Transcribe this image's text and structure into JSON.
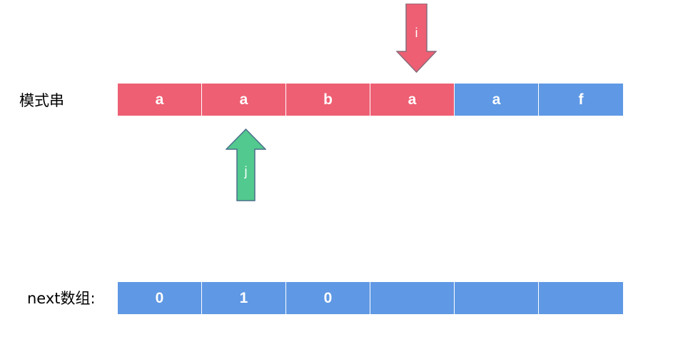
{
  "pattern_row": {
    "label": "模式串",
    "cells": [
      {
        "text": "a",
        "color": "#ee5f73"
      },
      {
        "text": "a",
        "color": "#ee5f73"
      },
      {
        "text": "b",
        "color": "#ee5f73"
      },
      {
        "text": "a",
        "color": "#ee5f73"
      },
      {
        "text": "a",
        "color": "#5f98e4"
      },
      {
        "text": "f",
        "color": "#5f98e4"
      }
    ]
  },
  "next_row": {
    "label": "next数组:",
    "cells": [
      "0",
      "1",
      "0",
      "",
      "",
      ""
    ]
  },
  "pointers": {
    "i": {
      "label": "i",
      "color": "#ee5f73",
      "direction": "down"
    },
    "j": {
      "label": "j",
      "color": "#52c98e",
      "direction": "up"
    }
  }
}
